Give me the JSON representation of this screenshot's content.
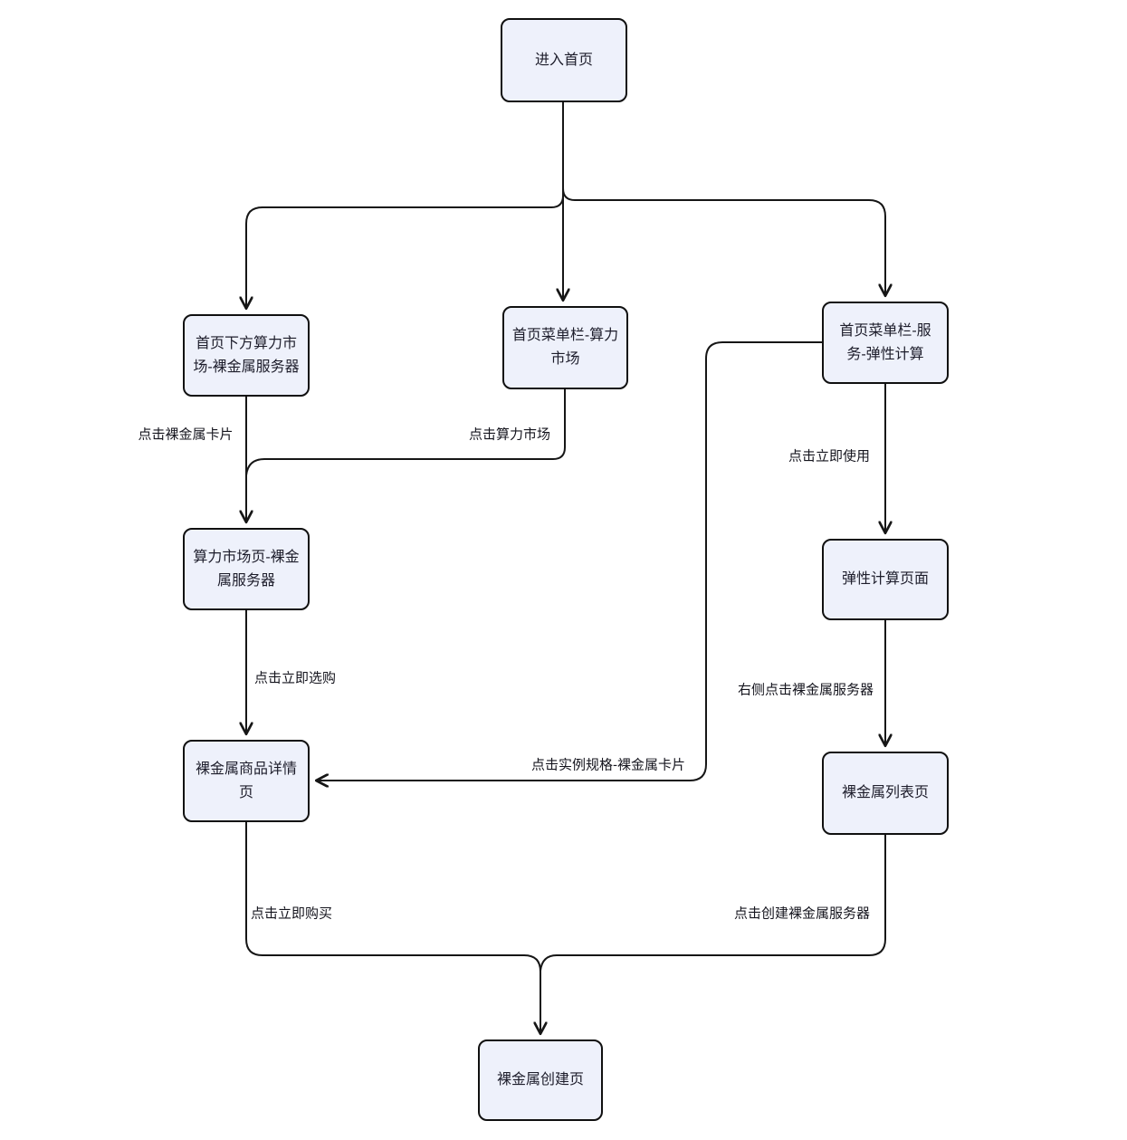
{
  "diagram": {
    "type": "flowchart",
    "direction": "top-down",
    "colors": {
      "background": "#ffffff",
      "node_fill": "#eef1fb",
      "node_border": "#101010",
      "edge_line": "#161616",
      "text": "#1d1d2b"
    },
    "nodes": [
      {
        "id": "home",
        "label": "进入首页"
      },
      {
        "id": "home-market-card",
        "label": "首页下方算力市场-裸金属服务器"
      },
      {
        "id": "menu-market",
        "label": "首页菜单栏-算力市场"
      },
      {
        "id": "menu-elastic",
        "label": "首页菜单栏-服务-弹性计算"
      },
      {
        "id": "market-page",
        "label": "算力市场页-裸金属服务器"
      },
      {
        "id": "elastic-page",
        "label": "弹性计算页面"
      },
      {
        "id": "detail-page",
        "label": "裸金属商品详情页"
      },
      {
        "id": "list-page",
        "label": "裸金属列表页"
      },
      {
        "id": "create-page",
        "label": "裸金属创建页"
      }
    ],
    "edges": [
      {
        "from": "home",
        "to": "home-market-card",
        "label": ""
      },
      {
        "from": "home",
        "to": "menu-market",
        "label": ""
      },
      {
        "from": "home",
        "to": "menu-elastic",
        "label": ""
      },
      {
        "from": "home-market-card",
        "to": "market-page",
        "label": "点击裸金属卡片"
      },
      {
        "from": "menu-market",
        "to": "market-page",
        "label": "点击算力市场"
      },
      {
        "from": "menu-elastic",
        "to": "elastic-page",
        "label": "点击立即使用"
      },
      {
        "from": "market-page",
        "to": "detail-page",
        "label": "点击立即选购"
      },
      {
        "from": "elastic-page",
        "to": "list-page",
        "label": "右侧点击裸金属服务器"
      },
      {
        "from": "menu-elastic",
        "to": "detail-page",
        "label": "点击实例规格-裸金属卡片"
      },
      {
        "from": "detail-page",
        "to": "create-page",
        "label": "点击立即购买"
      },
      {
        "from": "list-page",
        "to": "create-page",
        "label": "点击创建裸金属服务器"
      }
    ]
  }
}
